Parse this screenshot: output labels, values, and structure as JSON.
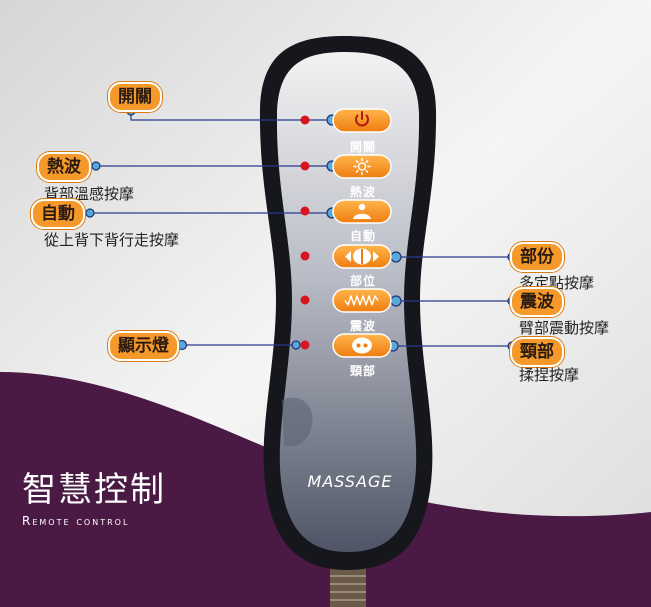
{
  "remote": {
    "brand_text": "MASSAGE",
    "buttons": [
      {
        "label": "開關",
        "icon": "power-icon"
      },
      {
        "label": "熱波",
        "icon": "sun-icon"
      },
      {
        "label": "自動",
        "icon": "person-icon"
      },
      {
        "label": "部位",
        "icon": "left-right-arrows-icon"
      },
      {
        "label": "震波",
        "icon": "wave-icon"
      },
      {
        "label": "頸部",
        "icon": "neck-dots-icon"
      }
    ]
  },
  "callouts": {
    "power": {
      "label": "開關"
    },
    "heat": {
      "label": "熱波",
      "desc": "背部溫感按摩"
    },
    "auto": {
      "label": "自動",
      "desc": "從上背下背行走按摩"
    },
    "display": {
      "label": "顯示燈"
    },
    "position": {
      "label": "部份",
      "desc": "多定點按摩"
    },
    "vibration": {
      "label": "震波",
      "desc": "臂部震動按摩"
    },
    "neck": {
      "label": "頸部",
      "desc": "揉捏按摩"
    }
  },
  "footer": {
    "title": "智慧控制",
    "subtitle": "Remote control"
  },
  "colors": {
    "accent_orange": "#f59a2a",
    "indicator_red": "#d8141e",
    "leader_blue": "#2a3a8c",
    "footer_purple": "#4a1a44",
    "remote_body": "#15171c"
  }
}
